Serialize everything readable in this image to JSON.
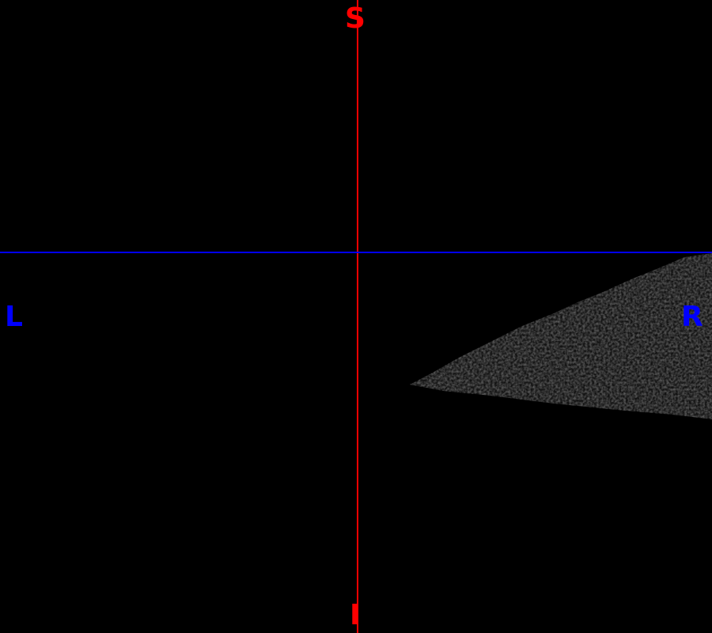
{
  "viewer": {
    "view": "coronal",
    "orientation_labels": {
      "top": "S",
      "bottom": "I",
      "left": "L",
      "right": "R"
    },
    "colors": {
      "background": "#000000",
      "vertical_crosshair": "#ff0000",
      "horizontal_crosshair": "#0000ff",
      "superior_inferior_labels": "#ff0000",
      "left_right_labels": "#0000ff",
      "tissue": "#202020"
    }
  }
}
